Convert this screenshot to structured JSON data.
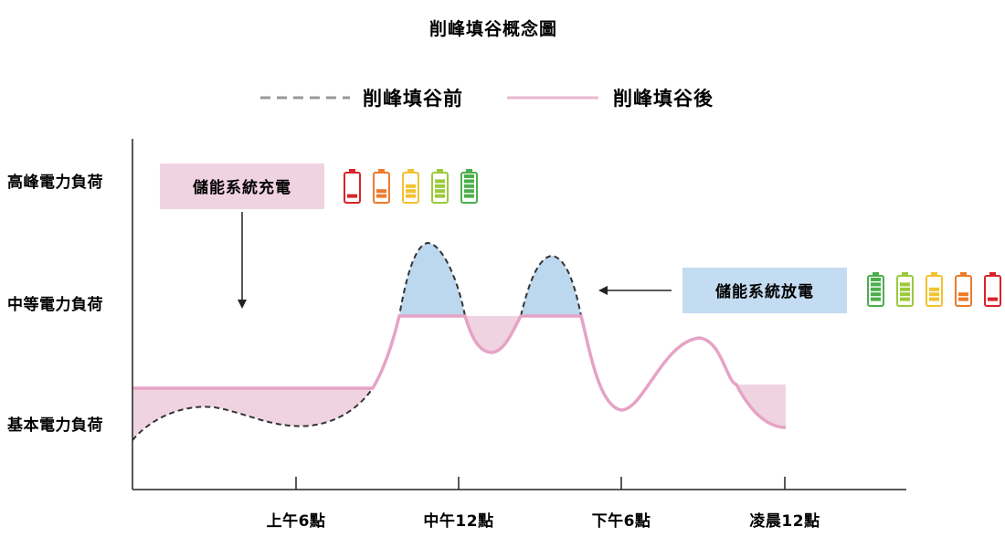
{
  "title": "削峰填谷概念圖",
  "legend": {
    "before": "削峰填谷前",
    "after": "削峰填谷後"
  },
  "y_levels": [
    "高峰電力負荷",
    "中等電力負荷",
    "基本電力負荷"
  ],
  "x_ticks": [
    "上午6點",
    "中午12點",
    "下午6點",
    "凌晨12點"
  ],
  "annotations": {
    "charge": "儲能系統充電",
    "discharge": "儲能系統放電"
  },
  "battery_levels": {
    "charge_sequence": [
      1,
      2,
      3,
      4,
      5
    ],
    "discharge_sequence": [
      5,
      4,
      3,
      2,
      1
    ],
    "max_level": 5
  },
  "colors": {
    "before_line": "#333333",
    "after_line": "#e5a3c5",
    "charge_fill": "#f0d3e1",
    "discharge_fill": "#bcd8ef",
    "charge_box": "#f0d3e1",
    "discharge_box": "#c4dcf1",
    "axis": "#222222",
    "battery": [
      "#d8232a",
      "#ec7a2a",
      "#f2c230",
      "#9bc93a",
      "#4cae4c"
    ]
  },
  "icons": {
    "battery": "battery-icon",
    "arrow_down": "arrow-down-icon",
    "arrow_left": "arrow-left-icon"
  }
}
